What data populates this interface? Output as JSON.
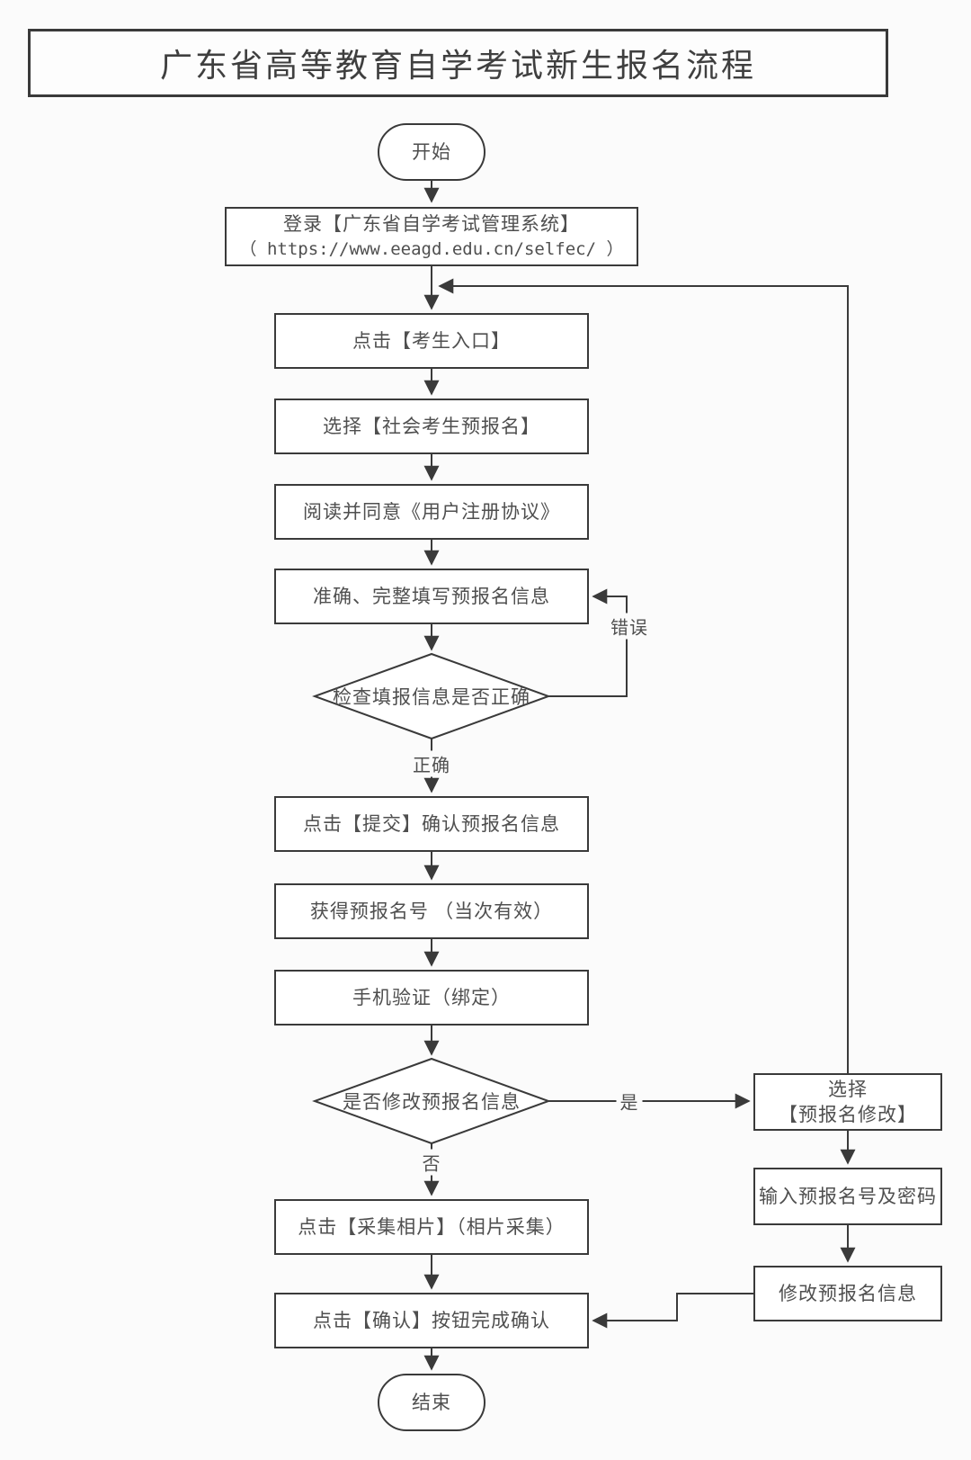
{
  "title": "广东省高等教育自学考试新生报名流程",
  "nodes": {
    "start": {
      "label": "开始"
    },
    "login": {
      "line1": "登录【广东省自学考试管理系统】",
      "line2": "（ https://www.eeagd.edu.cn/selfec/ ）"
    },
    "entry": {
      "label": "点击【考生入口】"
    },
    "select_social": {
      "label": "选择【社会考生预报名】"
    },
    "agreement": {
      "label": "阅读并同意《用户注册协议》"
    },
    "fill": {
      "label": "准确、完整填写预报名信息"
    },
    "check": {
      "label": "检查填报信息是否正确"
    },
    "submit": {
      "label": "点击【提交】确认预报名信息"
    },
    "number": {
      "label": "获得预报名号 （当次有效）"
    },
    "phone": {
      "label": "手机验证（绑定）"
    },
    "modify_q": {
      "label": "是否修改预报名信息"
    },
    "photo": {
      "label": "点击【采集相片】（相片采集）"
    },
    "confirm": {
      "label": "点击【确认】按钮完成确认"
    },
    "end": {
      "label": "结束"
    },
    "select_modify": {
      "line1": "选择",
      "line2": "【预报名修改】"
    },
    "input_number": {
      "label": "输入预报名号及密码"
    },
    "modify_info": {
      "label": "修改预报名信息"
    }
  },
  "edge_labels": {
    "correct": "正确",
    "error": "错误",
    "yes": "是",
    "no": "否"
  },
  "colors": {
    "line": "#3a3a3a",
    "node_border": "#3a3a3a",
    "text": "#4f4f4f",
    "background": "#fbfbfb",
    "node_fill": "#ffffff"
  }
}
